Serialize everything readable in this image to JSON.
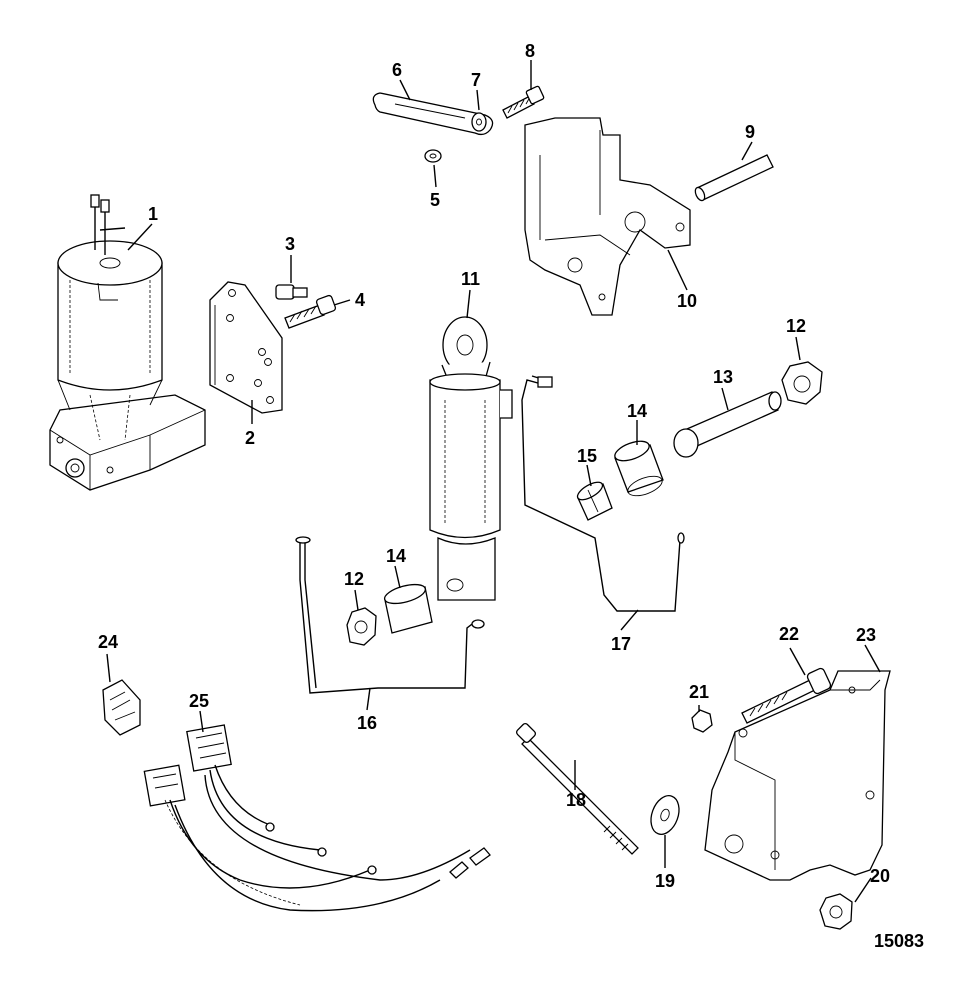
{
  "diagram": {
    "figure_number": "15083",
    "callouts": [
      {
        "id": "c1",
        "label": "1"
      },
      {
        "id": "c2",
        "label": "2"
      },
      {
        "id": "c3",
        "label": "3"
      },
      {
        "id": "c4",
        "label": "4"
      },
      {
        "id": "c5",
        "label": "5"
      },
      {
        "id": "c6",
        "label": "6"
      },
      {
        "id": "c7",
        "label": "7"
      },
      {
        "id": "c8",
        "label": "8"
      },
      {
        "id": "c9",
        "label": "9"
      },
      {
        "id": "c10",
        "label": "10"
      },
      {
        "id": "c11",
        "label": "11"
      },
      {
        "id": "c12a",
        "label": "12"
      },
      {
        "id": "c12b",
        "label": "12"
      },
      {
        "id": "c13",
        "label": "13"
      },
      {
        "id": "c14a",
        "label": "14"
      },
      {
        "id": "c14b",
        "label": "14"
      },
      {
        "id": "c15",
        "label": "15"
      },
      {
        "id": "c16",
        "label": "16"
      },
      {
        "id": "c17",
        "label": "17"
      },
      {
        "id": "c18",
        "label": "18"
      },
      {
        "id": "c19",
        "label": "19"
      },
      {
        "id": "c20",
        "label": "20"
      },
      {
        "id": "c21",
        "label": "21"
      },
      {
        "id": "c22",
        "label": "22"
      },
      {
        "id": "c23",
        "label": "23"
      },
      {
        "id": "c24",
        "label": "24"
      },
      {
        "id": "c25",
        "label": "25"
      }
    ]
  }
}
